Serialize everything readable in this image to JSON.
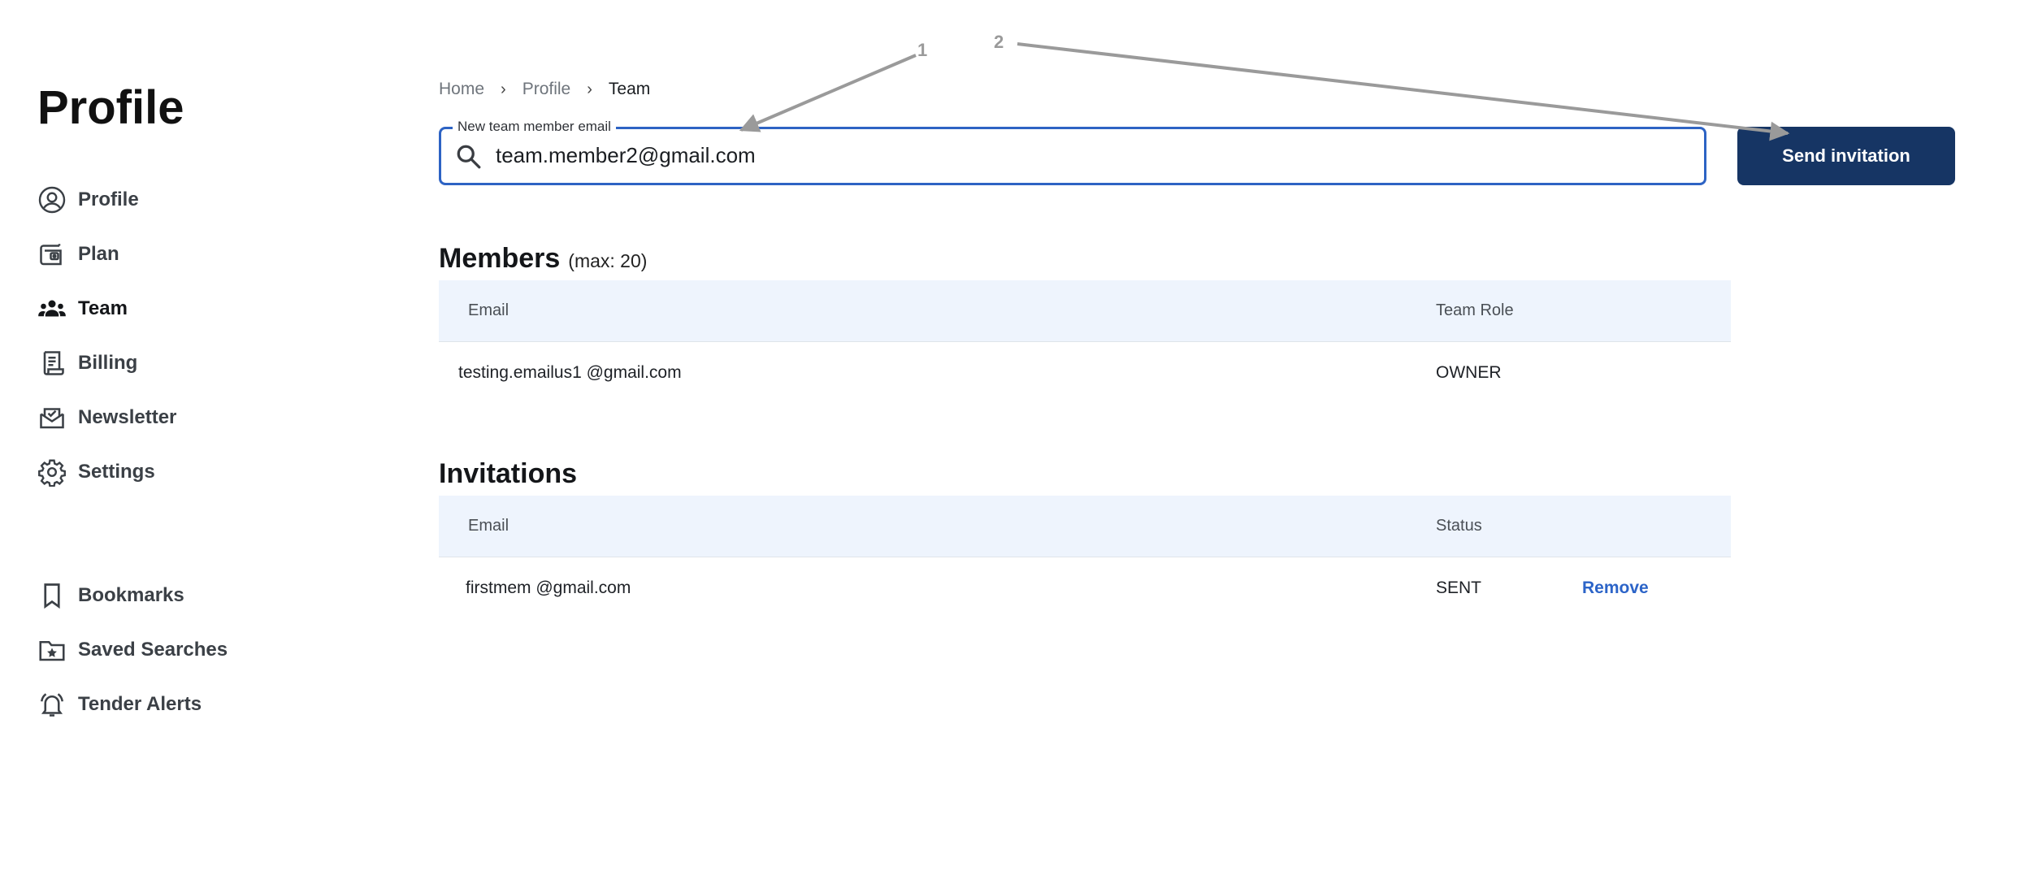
{
  "sidebar": {
    "title": "Profile",
    "main_items": [
      {
        "label": "Profile",
        "icon": "user-circle-icon"
      },
      {
        "label": "Plan",
        "icon": "wallet-icon"
      },
      {
        "label": "Team",
        "icon": "users-icon",
        "active": true
      },
      {
        "label": "Billing",
        "icon": "receipt-icon"
      },
      {
        "label": "Newsletter",
        "icon": "mail-stack-icon"
      },
      {
        "label": "Settings",
        "icon": "gear-icon"
      }
    ],
    "secondary_items": [
      {
        "label": "Bookmarks",
        "icon": "bookmark-icon"
      },
      {
        "label": "Saved Searches",
        "icon": "folder-star-icon"
      },
      {
        "label": "Tender Alerts",
        "icon": "bell-ring-icon"
      }
    ]
  },
  "breadcrumb": {
    "home": "Home",
    "profile": "Profile",
    "current": "Team",
    "separator": "›"
  },
  "invite_form": {
    "label": "New team member email",
    "value": "team.member2@gmail.com",
    "button_label": "Send invitation",
    "icon": "search-icon"
  },
  "members": {
    "title": "Members",
    "max_note": "(max: 20)",
    "headers": {
      "email": "Email",
      "role": "Team Role"
    },
    "rows": [
      {
        "email_user": "testing.emailus1",
        "email_domain": "@gmail.com",
        "role": "OWNER"
      }
    ]
  },
  "invitations": {
    "title": "Invitations",
    "headers": {
      "email": "Email",
      "status": "Status"
    },
    "rows": [
      {
        "email_user": "firstmem",
        "email_domain": "@gmail.com",
        "status": "SENT",
        "action": "Remove"
      }
    ]
  },
  "annotations": {
    "first": "1",
    "second": "2"
  },
  "colors": {
    "accent": "#2d63c4",
    "button_bg": "#163564",
    "table_header_bg": "#eef4fd",
    "link": "#2c64c8",
    "annotation": "#9a9a9a"
  }
}
